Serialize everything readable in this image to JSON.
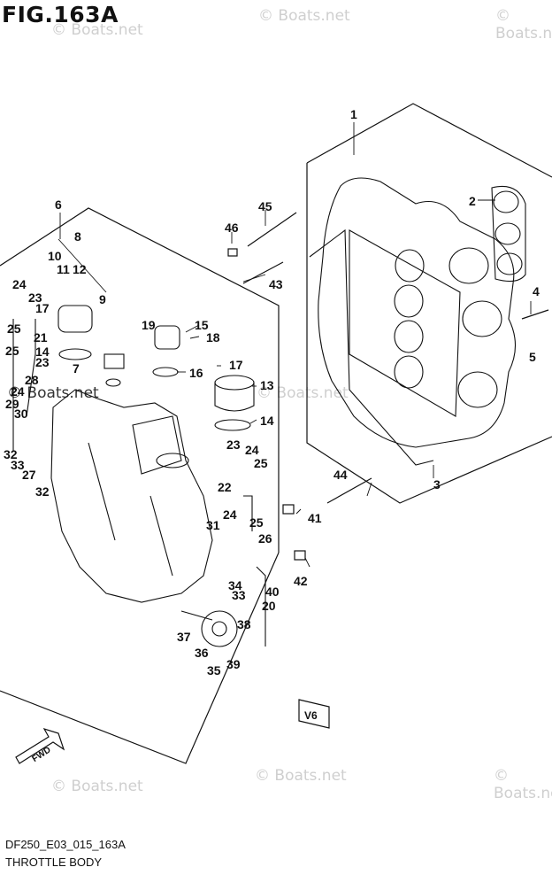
{
  "figure_title": "FIG.163A",
  "footer": {
    "code": "DF250_E03_015_163A",
    "name": "THROTTLE BODY"
  },
  "watermark": {
    "text": "© Boats.net"
  },
  "labels": {
    "fwd": "FWD",
    "badge": "V6"
  },
  "callouts": [
    "1",
    "2",
    "3",
    "4",
    "5",
    "6",
    "7",
    "8",
    "9",
    "10",
    "11",
    "12",
    "13",
    "14",
    "14",
    "15",
    "16",
    "17",
    "17",
    "18",
    "19",
    "20",
    "21",
    "22",
    "23",
    "23",
    "23",
    "24",
    "24",
    "24",
    "24",
    "25",
    "25",
    "25",
    "25",
    "26",
    "27",
    "28",
    "29",
    "30",
    "31",
    "32",
    "32",
    "33",
    "33",
    "34",
    "35",
    "36",
    "37",
    "38",
    "39",
    "40",
    "41",
    "42",
    "43",
    "44",
    "45",
    "46"
  ]
}
